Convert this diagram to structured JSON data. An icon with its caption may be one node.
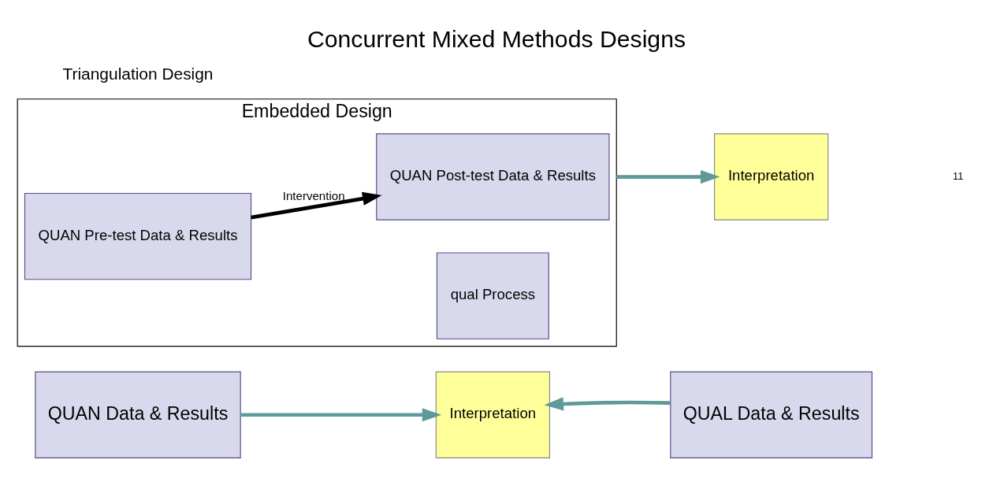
{
  "diagram": {
    "title": "Concurrent Mixed Methods Designs",
    "nodes": [
      {
        "text": [
          "QUAN Data & Results"
        ]
      },
      {
        "text": [
          "Interpretation"
        ]
      },
      {
        "text": [
          "QUAL Data & Results"
        ]
      },
      {
        "text": [
          "Embedded Design"
        ]
      },
      {
        "text": [
          "QUAN Pre-test Data & Results"
        ],
        "in": 3
      },
      {
        "text": [
          "qual Process"
        ],
        "in": 3
      },
      {
        "text": [
          "QUAN Post-test Data & Results"
        ],
        "in": 3
      },
      {
        "text": [
          "Interpretation"
        ]
      }
    ],
    "edges": [
      {
        "from": 0,
        "to": 1,
        "arrow": "to"
      },
      {
        "from": 2,
        "to": 1,
        "arrow": "to"
      },
      {
        "from": 4,
        "to": 6,
        "arrow": "to",
        "label": "Intervention",
        "color": "#000000"
      },
      {
        "from": 3,
        "to": 7,
        "arrow": "to"
      }
    ],
    "labels": [
      "Triangulation Design",
      "11"
    ]
  }
}
